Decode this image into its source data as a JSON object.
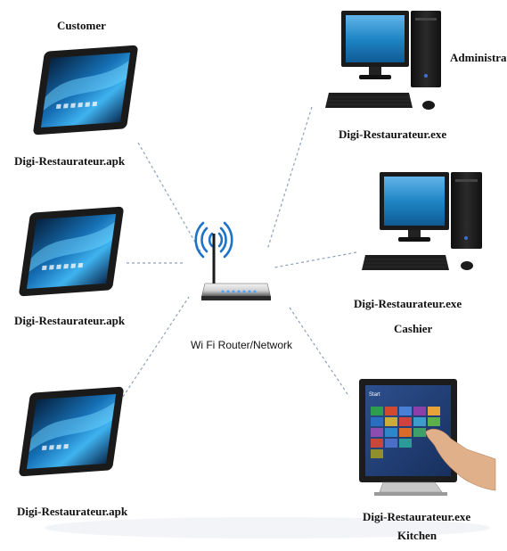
{
  "labels": {
    "customer_heading": "Customer",
    "tablet_1_caption": "Digi-Restaurateur.apk",
    "tablet_2_caption": "Digi-Restaurateur.apk",
    "tablet_3_caption": "Digi-Restaurateur.apk",
    "router_caption": "Wi Fi Router/Network",
    "admin_role": "Administrato",
    "admin_caption": "Digi-Restaurateur.exe",
    "cashier_caption": "Digi-Restaurateur.exe",
    "cashier_role": "Cashier",
    "kitchen_caption": "Digi-Restaurateur.exe",
    "kitchen_role": "Kitchen",
    "kitchen_screen_text": "Start"
  },
  "colors": {
    "connector": "#8f9fb8",
    "screen_blue": "#1f86c6",
    "screen_dark": "#0a1f3a",
    "device_black": "#1a1a1a",
    "router_led": "#4aa3ff",
    "wifi_blue": "#1e73c8"
  }
}
